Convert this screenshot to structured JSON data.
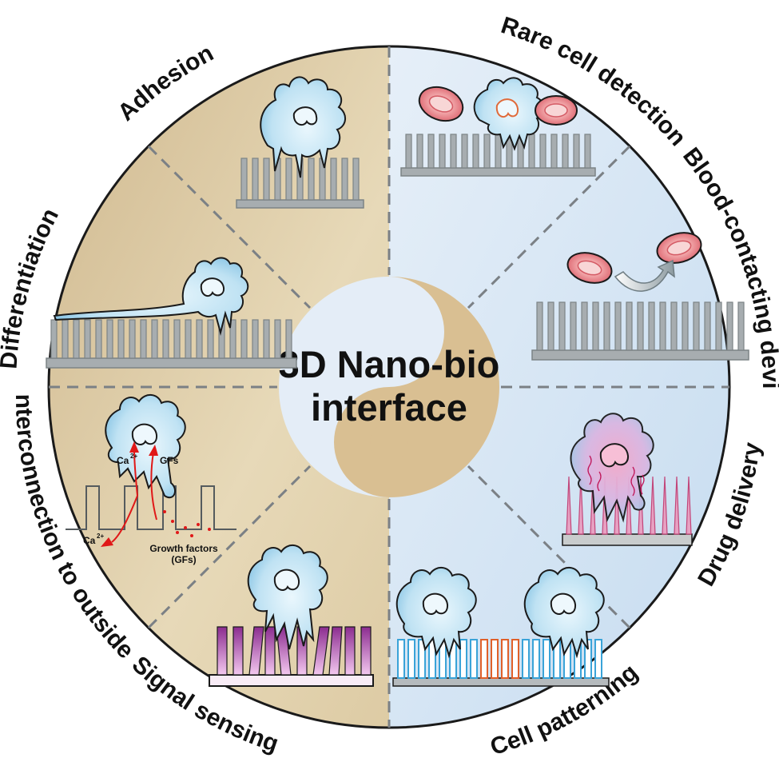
{
  "center": {
    "line1": "3D Nano-bio",
    "line2": "interface"
  },
  "sections": [
    {
      "id": "adhesion",
      "label": "Adhesion"
    },
    {
      "id": "differentiation",
      "label": "Differentiation"
    },
    {
      "id": "interconnection",
      "label": "Interconnection to outside"
    },
    {
      "id": "signal",
      "label": "Signal sensing"
    },
    {
      "id": "rare",
      "label": "Rare cell detection"
    },
    {
      "id": "blood",
      "label": "Blood-contacting device"
    },
    {
      "id": "drug",
      "label": "Drug delivery"
    },
    {
      "id": "patterning",
      "label": "Cell patterning"
    }
  ],
  "interconnection_panel": {
    "ca_top": "Ca",
    "ca_top_sup": "2+",
    "gfs": "GFs",
    "ca_bottom": "Ca",
    "ca_bottom_sup": "2+",
    "growth_line1": "Growth factors",
    "growth_line2": "(GFs)"
  },
  "colors": {
    "left_half": "#d8c49c",
    "right_half": "#d6e6f4",
    "outline": "#1a1a1a",
    "pillar": "#a7adb0",
    "cell": "#bfe2f3",
    "rbc": "#e8828a",
    "signal_pillar": "#a0309a",
    "patterning_blue": "#3aa3d8",
    "patterning_orange": "#e0602a",
    "drug_pillar": "#c2467a"
  }
}
